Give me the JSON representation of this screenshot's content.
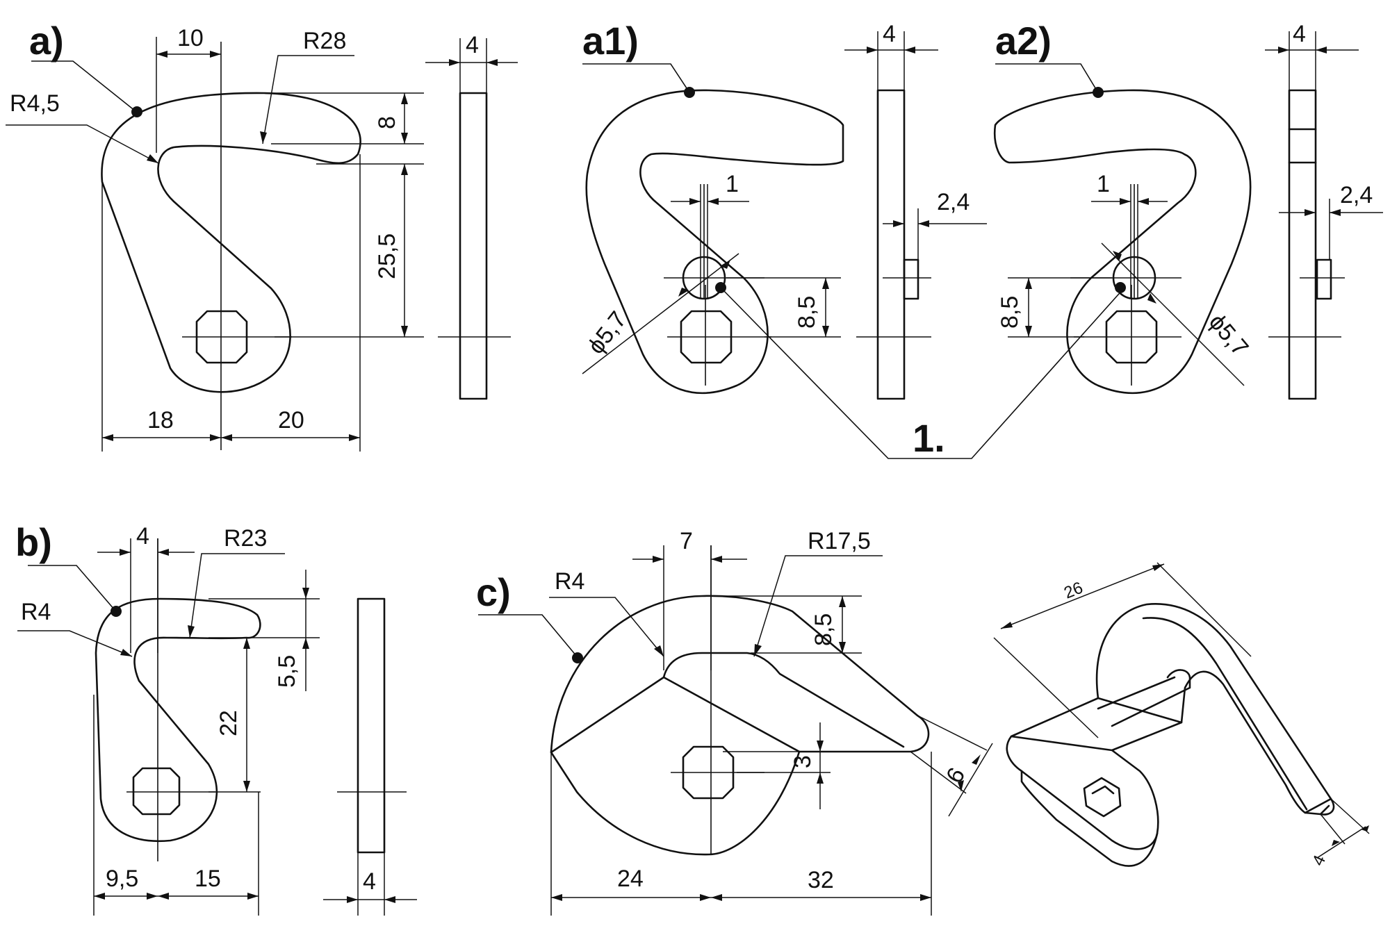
{
  "labels": {
    "a": "a)",
    "a1": "a1)",
    "a2": "a2)",
    "b": "b)",
    "c": "c)",
    "note": "1."
  },
  "dims": {
    "a": {
      "w10": "10",
      "r28": "R28",
      "t4": "4",
      "r45": "R4,5",
      "h8": "8",
      "h255": "25,5",
      "w18": "18",
      "w20": "20"
    },
    "a1": {
      "t4": "4",
      "e1": "1",
      "e24": "2,4",
      "h85": "8,5",
      "d57": "ϕ5,7"
    },
    "a2": {
      "t4": "4",
      "e1": "1",
      "e24": "2,4",
      "h85": "8,5",
      "d57": "ϕ5,7"
    },
    "b": {
      "w4": "4",
      "r23": "R23",
      "r4": "R4",
      "h55": "5,5",
      "h22": "22",
      "w95": "9,5",
      "w15": "15",
      "t4": "4"
    },
    "c": {
      "w7": "7",
      "r175": "R17,5",
      "r4": "R4",
      "h85": "8,5",
      "h3": "3",
      "h6": "6",
      "w24": "24",
      "w32": "32"
    },
    "iso": {
      "l26": "26",
      "t4": "4"
    }
  }
}
